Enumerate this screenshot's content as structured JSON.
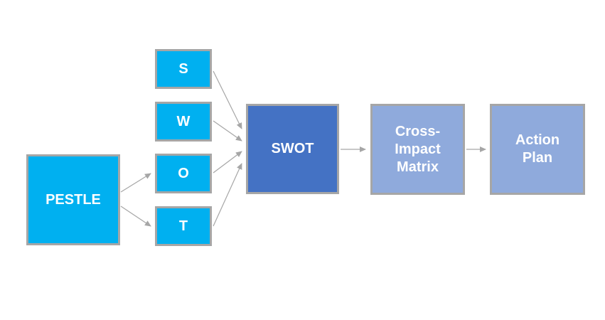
{
  "nodes": {
    "pestle": {
      "label": "PESTLE",
      "color": "#00b0f0"
    },
    "s": {
      "label": "S",
      "color": "#00b0f0"
    },
    "w": {
      "label": "W",
      "color": "#00b0f0"
    },
    "o": {
      "label": "O",
      "color": "#00b0f0"
    },
    "t": {
      "label": "T",
      "color": "#00b0f0"
    },
    "swot": {
      "label": "SWOT",
      "color": "#4472c4"
    },
    "cross_impact_matrix": {
      "label": "Cross-Impact Matrix",
      "color": "#8faadc"
    },
    "action_plan": {
      "label": "Action Plan",
      "color": "#8faadc"
    }
  },
  "edges": [
    {
      "from": "pestle",
      "to": "o"
    },
    {
      "from": "pestle",
      "to": "t"
    },
    {
      "from": "s",
      "to": "swot"
    },
    {
      "from": "w",
      "to": "swot"
    },
    {
      "from": "o",
      "to": "swot"
    },
    {
      "from": "t",
      "to": "swot"
    },
    {
      "from": "swot",
      "to": "cross_impact_matrix"
    },
    {
      "from": "cross_impact_matrix",
      "to": "action_plan"
    }
  ],
  "style": {
    "border_color": "#a6a6a6",
    "arrow_color": "#a6a6a6",
    "text_color": "#ffffff"
  }
}
